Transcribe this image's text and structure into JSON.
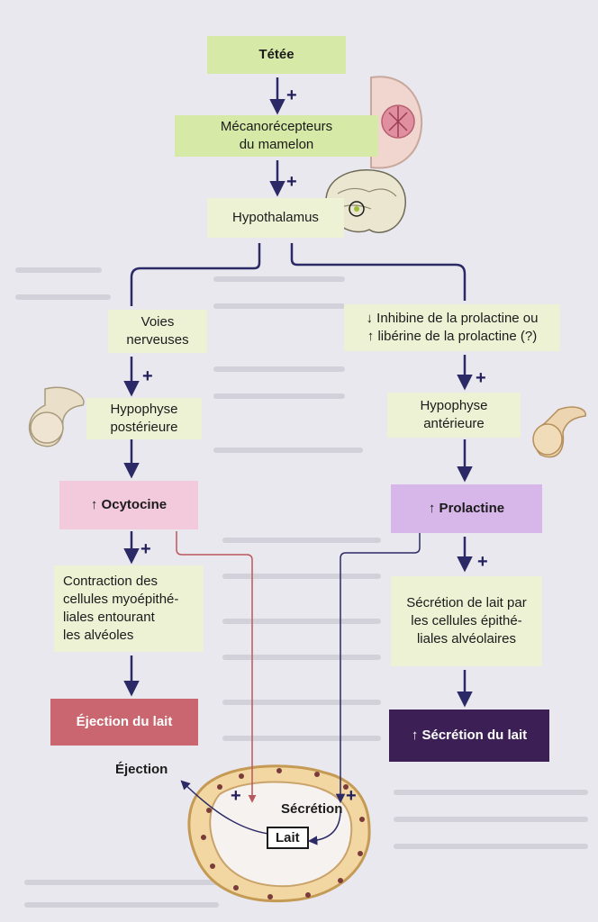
{
  "diagram": {
    "nodes": {
      "tetee": "Tétée",
      "mecanorecepteurs": "Mécanorécepteurs\ndu mamelon",
      "hypothalamus": "Hypothalamus",
      "voies_nerveuses": "Voies\nnerveuses",
      "inhibine": "↓ Inhibine de la prolactine ou\n↑ libérine de la prolactine (?)",
      "hypophyse_posterieure": "Hypophyse\npostérieure",
      "hypophyse_anterieure": "Hypophyse\nantérieure",
      "ocytocine": "↑ Ocytocine",
      "prolactine": "↑ Prolactine",
      "contraction": "Contraction des\ncellules myoépithé-\nliales entourant\nles alvéoles",
      "secretion_cellules": "Sécrétion de lait par\nles cellules épithé-\nliales alvéolaires",
      "ejection_du_lait": "Éjection du lait",
      "secretion_du_lait": "↑ Sécrétion du lait"
    },
    "alveolus": {
      "ejection_label": "Éjection",
      "secretion_label": "Sécrétion",
      "lait_label": "Lait"
    },
    "stimulation_sign": "+",
    "colors": {
      "green": "#d6e9a6",
      "pale_green": "#eef2d5",
      "pink": "#f3c9dc",
      "lavender": "#d7b6ea",
      "ejection_box": "#c9666f",
      "secretion_box": "#3c1f55",
      "arrow": "#2b2a66",
      "red_line": "#b9575c"
    }
  }
}
